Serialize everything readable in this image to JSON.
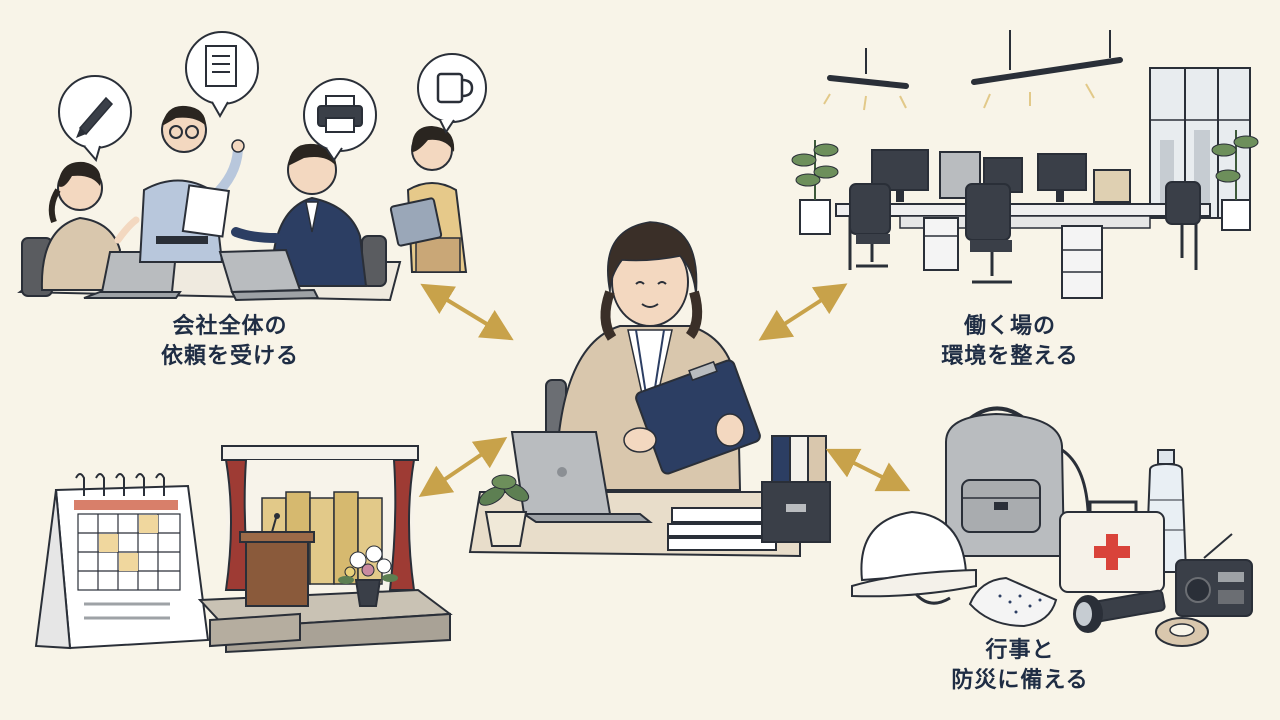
{
  "labels": {
    "requests": [
      "会社全体の",
      "依頼を受ける"
    ],
    "environment": [
      "働く場の",
      "環境を整える"
    ],
    "events_disaster": [
      "行事と",
      "防災に備える"
    ]
  },
  "colors": {
    "background": "#f8f4e8",
    "arrow": "#c8a24a",
    "text": "#1f2d44",
    "ink": "#2a2f38",
    "navy": "#2c3e63",
    "beige": "#d9c7ad",
    "gray": "#b9bcbf",
    "red_curtain": "#9e3b34",
    "gold": "#e2c989",
    "first_aid_cross": "#d9433a"
  },
  "icons": {
    "pen_bubble": "pen-icon",
    "document_bubble": "document-icon",
    "printer_bubble": "printer-icon",
    "mug_bubble": "mug-icon"
  }
}
